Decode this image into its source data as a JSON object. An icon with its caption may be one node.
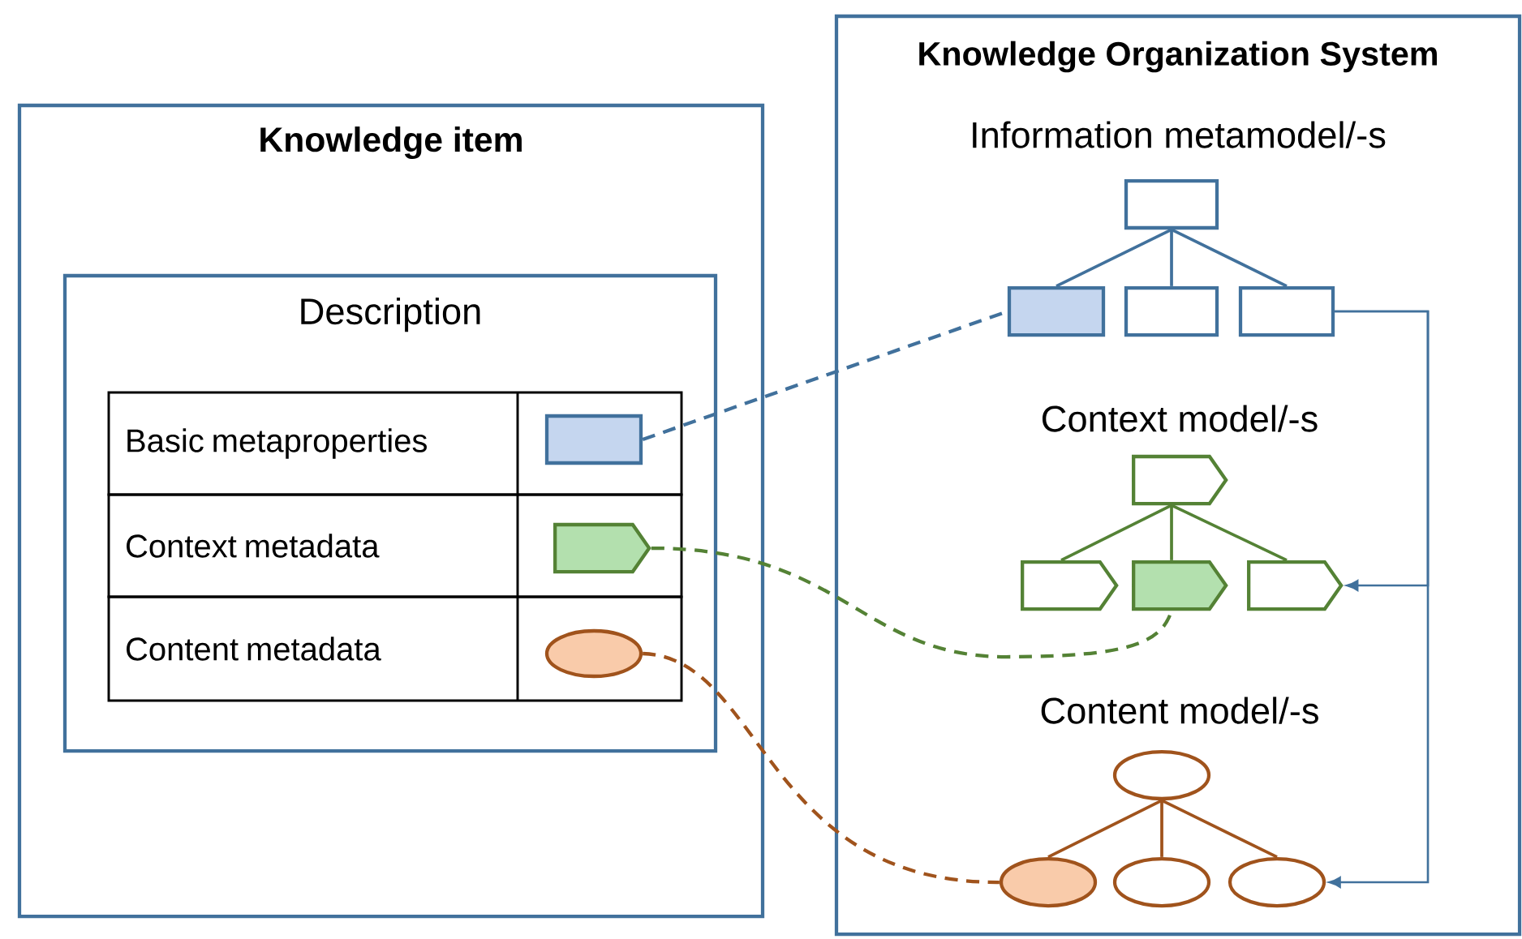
{
  "diagram": {
    "nodes": [
      {
        "text": [
          "Knowledge item"
        ]
      },
      {
        "text": [
          "Description"
        ],
        "in": 0
      },
      {
        "text": [
          "Basic metaproperties"
        ],
        "in": 1
      },
      {
        "text": [
          "Context metadata"
        ],
        "in": 1
      },
      {
        "text": [
          "Content metadata"
        ],
        "in": 1
      },
      {
        "text": [],
        "shape": "box",
        "in": 2
      },
      {
        "text": [],
        "shape": "tag",
        "in": 3
      },
      {
        "text": [],
        "shape": "ellipse",
        "in": 4
      },
      {
        "text": [
          "Knowledge Organization System"
        ]
      },
      {
        "text": [],
        "shape": "box",
        "in": 8
      },
      {
        "text": [],
        "shape": "box",
        "in": 8
      },
      {
        "text": [],
        "shape": "box",
        "in": 8
      },
      {
        "text": [],
        "shape": "box",
        "in": 8
      },
      {
        "text": [],
        "shape": "tag",
        "in": 8
      },
      {
        "text": [],
        "shape": "tag",
        "in": 8
      },
      {
        "text": [],
        "shape": "tag",
        "in": 8
      },
      {
        "text": [],
        "shape": "tag",
        "in": 8
      },
      {
        "text": [],
        "shape": "ellipse",
        "in": 8
      },
      {
        "text": [],
        "shape": "ellipse",
        "in": 8
      },
      {
        "text": [],
        "shape": "ellipse",
        "in": 8
      },
      {
        "text": [],
        "shape": "ellipse",
        "in": 8
      }
    ],
    "edges": [
      {
        "from": 5,
        "to": 10,
        "arrow": "none",
        "style": "dashed",
        "color": "#41719c"
      },
      {
        "from": 6,
        "to": 15,
        "arrow": "none",
        "style": "dashed",
        "color": "#548235"
      },
      {
        "from": 7,
        "to": 18,
        "arrow": "none",
        "style": "dashed",
        "color": "#a0531c"
      },
      {
        "from": 9,
        "to": 10,
        "arrow": "none",
        "color": "#41719c"
      },
      {
        "from": 9,
        "to": 11,
        "arrow": "none",
        "color": "#41719c"
      },
      {
        "from": 9,
        "to": 12,
        "arrow": "none",
        "color": "#41719c"
      },
      {
        "from": 13,
        "to": 14,
        "arrow": "none",
        "color": "#548235"
      },
      {
        "from": 13,
        "to": 15,
        "arrow": "none",
        "color": "#548235"
      },
      {
        "from": 13,
        "to": 16,
        "arrow": "none",
        "color": "#548235"
      },
      {
        "from": 17,
        "to": 18,
        "arrow": "none",
        "color": "#a0531c"
      },
      {
        "from": 17,
        "to": 19,
        "arrow": "none",
        "color": "#a0531c"
      },
      {
        "from": 17,
        "to": 20,
        "arrow": "none",
        "color": "#a0531c"
      },
      {
        "from": 12,
        "to": 16,
        "arrow": "to",
        "color": "#41719c"
      },
      {
        "from": 12,
        "to": 20,
        "arrow": "to",
        "color": "#41719c"
      }
    ],
    "labels": [
      "Information metamodel/-s",
      "Context model/-s",
      "Content model/-s"
    ]
  }
}
